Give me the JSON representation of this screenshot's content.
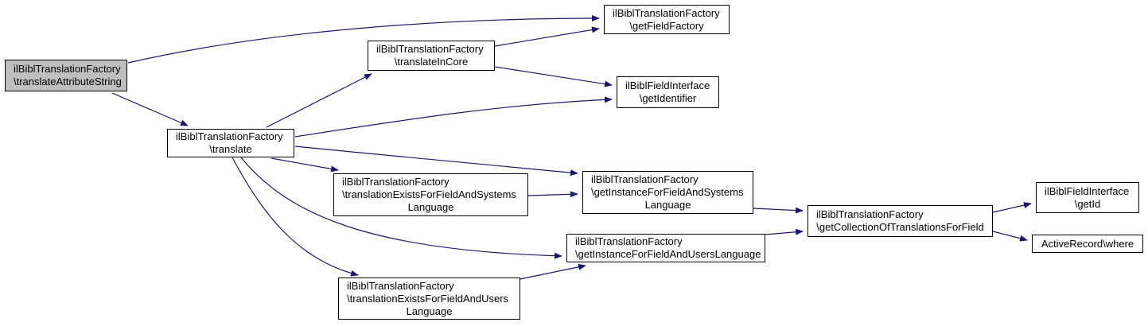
{
  "diagram": {
    "kind": "doxygen-call-graph",
    "colors": {
      "background": "#ffffff",
      "edge": "#191970",
      "node_border": "#000000",
      "node_fill": "#ffffff",
      "highlight_fill": "#bfbfbf",
      "text": "#000000"
    },
    "graph": {
      "nodes": [
        {
          "id": "translateAttributeString",
          "lines": [
            "ilBiblTranslationFactory",
            "\\translateAttributeString"
          ],
          "highlighted": true
        },
        {
          "id": "translate",
          "lines": [
            "ilBiblTranslationFactory",
            "\\translate"
          ],
          "highlighted": false
        },
        {
          "id": "translateInCore",
          "lines": [
            "ilBiblTranslationFactory",
            "\\translateInCore"
          ],
          "highlighted": false
        },
        {
          "id": "getFieldFactory",
          "lines": [
            "ilBiblTranslationFactory",
            "\\getFieldFactory"
          ],
          "highlighted": false
        },
        {
          "id": "getIdentifier",
          "lines": [
            "ilBiblFieldInterface",
            "\\getIdentifier"
          ],
          "highlighted": false
        },
        {
          "id": "translationExistsForFieldAndSystemsLanguage",
          "lines": [
            "ilBiblTranslationFactory",
            "\\translationExistsForFieldAndSystems",
            "Language"
          ],
          "highlighted": false
        },
        {
          "id": "getInstanceForFieldAndSystemsLanguage",
          "lines": [
            "ilBiblTranslationFactory",
            "\\getInstanceForFieldAndSystems",
            "Language"
          ],
          "highlighted": false
        },
        {
          "id": "getInstanceForFieldAndUsersLanguage",
          "lines": [
            "ilBiblTranslationFactory",
            "\\getInstanceForFieldAndUsersLanguage"
          ],
          "highlighted": false
        },
        {
          "id": "translationExistsForFieldAndUsersLanguage",
          "lines": [
            "ilBiblTranslationFactory",
            "\\translationExistsForFieldAndUsers",
            "Language"
          ],
          "highlighted": false
        },
        {
          "id": "getCollectionOfTranslationsForField",
          "lines": [
            "ilBiblTranslationFactory",
            "\\getCollectionOfTranslationsForField"
          ],
          "highlighted": false
        },
        {
          "id": "getId",
          "lines": [
            "ilBiblFieldInterface",
            "\\getId"
          ],
          "highlighted": false
        },
        {
          "id": "where",
          "lines": [
            "ActiveRecord\\where"
          ],
          "highlighted": false
        }
      ],
      "edges": [
        {
          "from": "translateAttributeString",
          "to": "getFieldFactory"
        },
        {
          "from": "translateAttributeString",
          "to": "translate"
        },
        {
          "from": "translate",
          "to": "translateInCore"
        },
        {
          "from": "translateInCore",
          "to": "getFieldFactory"
        },
        {
          "from": "translateInCore",
          "to": "getIdentifier"
        },
        {
          "from": "translate",
          "to": "getIdentifier"
        },
        {
          "from": "translate",
          "to": "getInstanceForFieldAndSystemsLanguage"
        },
        {
          "from": "translate",
          "to": "translationExistsForFieldAndSystemsLanguage"
        },
        {
          "from": "translationExistsForFieldAndSystemsLanguage",
          "to": "getInstanceForFieldAndSystemsLanguage"
        },
        {
          "from": "translate",
          "to": "getInstanceForFieldAndUsersLanguage"
        },
        {
          "from": "translate",
          "to": "translationExistsForFieldAndUsersLanguage"
        },
        {
          "from": "translationExistsForFieldAndUsersLanguage",
          "to": "getInstanceForFieldAndUsersLanguage"
        },
        {
          "from": "getInstanceForFieldAndSystemsLanguage",
          "to": "getCollectionOfTranslationsForField"
        },
        {
          "from": "getInstanceForFieldAndUsersLanguage",
          "to": "getCollectionOfTranslationsForField"
        },
        {
          "from": "getCollectionOfTranslationsForField",
          "to": "getId"
        },
        {
          "from": "getCollectionOfTranslationsForField",
          "to": "where"
        }
      ]
    }
  }
}
